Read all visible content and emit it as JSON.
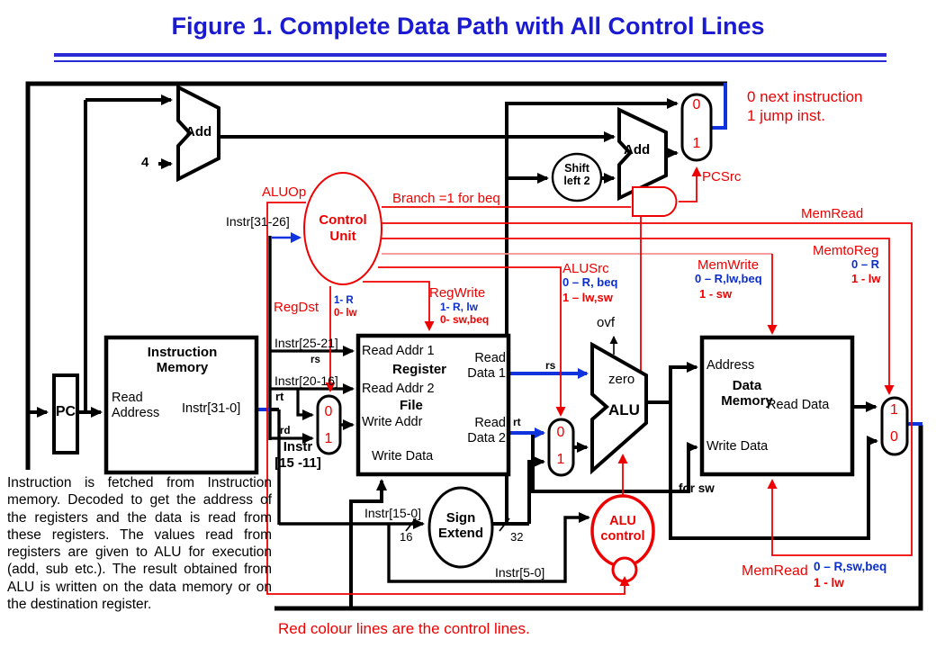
{
  "title": "Figure 1. Complete Data Path with All Control Lines",
  "notes": {
    "pc_mux": "0 next instruction\n1 jump inst.",
    "branch": "Branch =1 for beq",
    "footer": "Red colour lines are the control lines.",
    "description": "Instruction is fetched from Instruction memory. Decoded to get the address of the registers and the data is read from these registers. The values read from registers are given to ALU for execution (add, sub etc.). The result obtained from ALU is written on the data memory or on the destination register."
  },
  "signals": {
    "aluop": "ALUOp",
    "pcsrc": "PCSrc",
    "regdst": {
      "label": "RegDst",
      "one": "1- R",
      "zero": "0- lw"
    },
    "regwrite": {
      "label": "RegWrite",
      "one": "1- R, lw",
      "zero": "0- sw,beq"
    },
    "alusrc": {
      "label": "ALUSrc",
      "zero": "0 – R, beq",
      "one": "1 – lw,sw"
    },
    "memwrite": {
      "label": "MemWrite",
      "zero": "0 – R,lw,beq",
      "one": "1 - sw"
    },
    "memread_top": "MemRead",
    "memtoreg": {
      "label": "MemtoReg",
      "zero": "0 – R",
      "one": "1 - lw"
    },
    "memread_bottom": {
      "label": "MemRead",
      "zero": "0 – R,sw,beq",
      "one": "1 - lw"
    }
  },
  "components": {
    "pc": "PC",
    "adder1": "Add",
    "adder2": "Add",
    "shift": "Shift\nleft 2",
    "control_unit": "Control\nUnit",
    "alu_control": "ALU\ncontrol",
    "sign_extend": "Sign\nExtend",
    "imem": {
      "title": "Instruction\nMemory",
      "read_address": "Read\nAddress",
      "instr_out": "Instr[31-0]"
    },
    "regfile": {
      "name1": "Register",
      "name2": "File",
      "read_addr1": "Read Addr 1",
      "read_addr2": "Read Addr 2",
      "write_addr": "Write Addr",
      "write_data": "Write Data",
      "read_data1": "Read\nData 1",
      "read_data2": "Read\nData 2"
    },
    "dmem": {
      "title": "Data\nMemory",
      "address": "Address",
      "read_data": "Read Data",
      "write_data": "Write Data"
    },
    "alu": {
      "name": "ALU",
      "zero": "zero",
      "ovf": "ovf"
    }
  },
  "wires": {
    "instr31_26": "Instr[31-26]",
    "instr25_21": "Instr[25-21]",
    "instr20_16": "Instr[20-16]",
    "instr15_11": "Instr\n[15 -11]",
    "instr15_0": "Instr[15-0]",
    "instr5_0": "Instr[5-0]",
    "rs": "rs",
    "rt": "rt",
    "rd": "rd",
    "bits16": "16",
    "bits32": "32",
    "const4": "4",
    "for_sw": "for sw"
  },
  "mux": {
    "zero": "0",
    "one": "1"
  }
}
